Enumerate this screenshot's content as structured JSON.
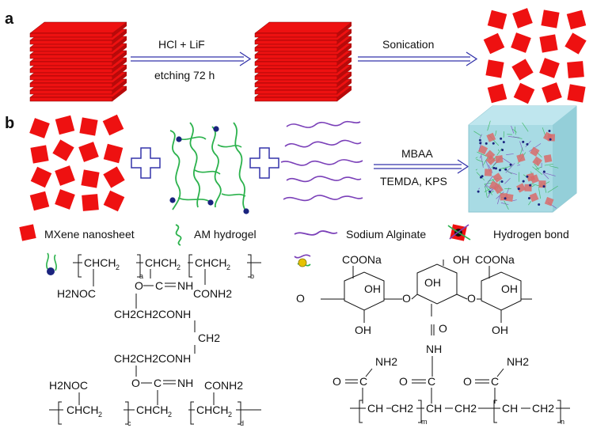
{
  "panels": {
    "a": "a",
    "b": "b"
  },
  "step1": {
    "line1": "HCl + LiF",
    "line2": "etching 72 h"
  },
  "step2": {
    "label": "Sonication"
  },
  "step3": {
    "line1": "MBAA",
    "line2": "TEMDA, KPS"
  },
  "legend": {
    "mxene": "MXene nanosheet",
    "am": "AM hydrogel",
    "sa": "Sodium Alginate",
    "hb": "Hydrogen bond"
  },
  "chem_left": {
    "chain_top": "CHCH",
    "chain_mid": "CHCH",
    "chain_right": "CHCH",
    "h2noc": "H2NOC",
    "o_c_nh": "O",
    "c_eq": "C",
    "nh": "NH",
    "conh2": "CONH2",
    "linker1": "CH2CH2CONH",
    "ch2": "CH2",
    "linker2": "CH2CH2CONH",
    "h2noc_b": "H2NOC",
    "conh2_b": "CONH2",
    "sub_a": "a",
    "sub_b": "b",
    "sub_c": "c",
    "sub_d": "d"
  },
  "chem_right": {
    "coona1": "COONa",
    "coona2": "COONa",
    "oh": "OH",
    "o": "O",
    "nh2": "NH2",
    "nh": "NH",
    "ch": "CH",
    "ch2": "CH2",
    "sub_m": "m",
    "sub_n": "n"
  },
  "colors": {
    "mxene": "#ee1111",
    "mxene_edge": "#7a0000",
    "arrow": "#3333aa",
    "am_chain": "#2bb24c",
    "am_node": "#1a237e",
    "sa_chain": "#7a3fb8",
    "gel_box": "#a8dbe4"
  }
}
